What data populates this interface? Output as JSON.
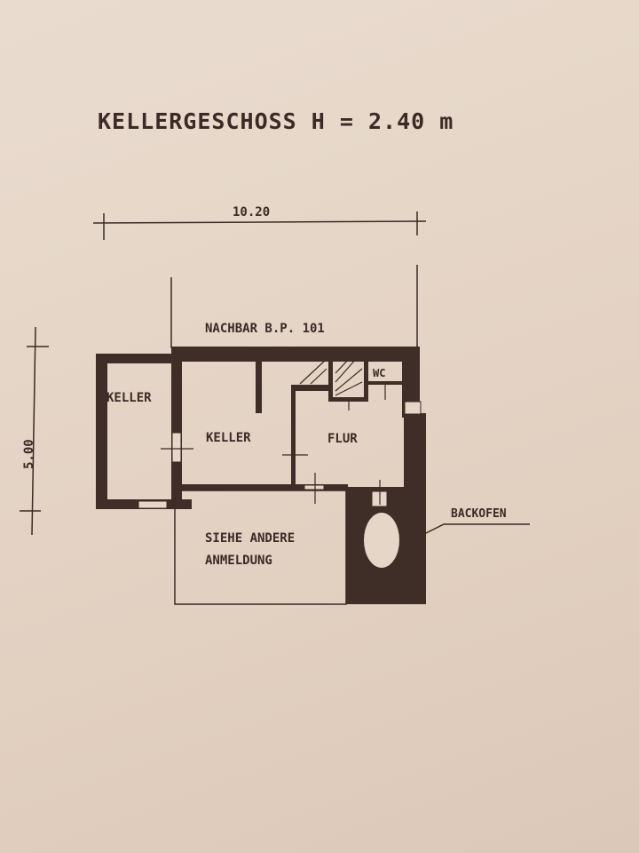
{
  "title": "KELLERGESCHOSS  H = 2.40 m",
  "dimensions": {
    "width": "10.20",
    "height": "5.00"
  },
  "labels": {
    "neighbor": "NACHBAR B.P. 101",
    "keller_left": "KELLER",
    "keller_middle": "KELLER",
    "flur": "FLUR",
    "wc": "WC",
    "siehe_line1": "SIEHE ANDERE",
    "siehe_line2": "ANMELDUNG",
    "backofen": "BACKOFEN"
  },
  "colors": {
    "paper": "#e6d6c8",
    "ink": "#3b2a25"
  }
}
